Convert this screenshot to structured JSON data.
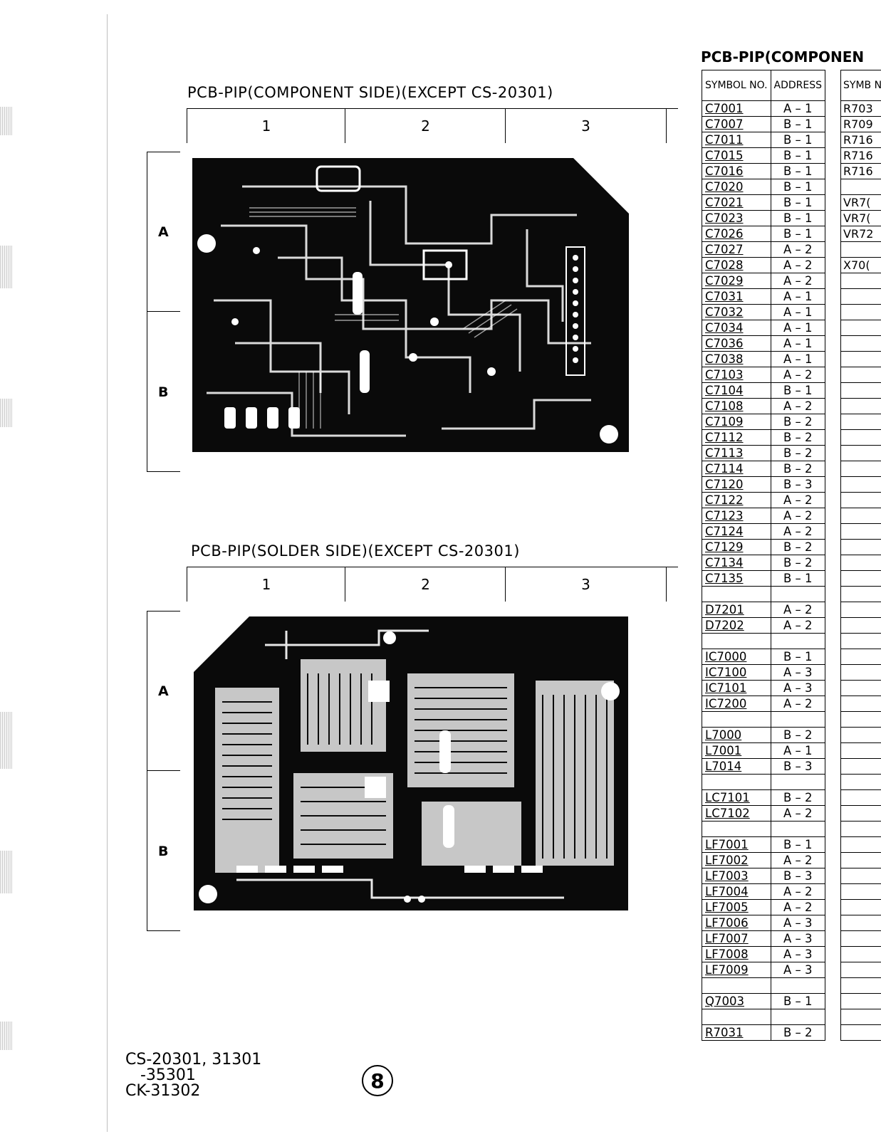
{
  "boards": [
    {
      "title": "PCB-PIP(COMPONENT SIDE)(EXCEPT CS-20301)",
      "columns": [
        "1",
        "2",
        "3"
      ],
      "rows": [
        "A",
        "B"
      ]
    },
    {
      "title": "PCB-PIP(SOLDER SIDE)(EXCEPT CS-20301)",
      "columns": [
        "1",
        "2",
        "3"
      ],
      "rows": [
        "A",
        "B"
      ]
    }
  ],
  "table": {
    "title": "PCB-PIP(COMPONEN",
    "header_symbol": "SYMBOL NO.",
    "header_address": "ADDRESS",
    "rows": [
      {
        "sym": "C7001",
        "addr": "A – 1"
      },
      {
        "sym": "C7007",
        "addr": "B – 1"
      },
      {
        "sym": "C7011",
        "addr": "B – 1"
      },
      {
        "sym": "C7015",
        "addr": "B – 1"
      },
      {
        "sym": "C7016",
        "addr": "B – 1"
      },
      {
        "sym": "C7020",
        "addr": "B – 1"
      },
      {
        "sym": "C7021",
        "addr": "B – 1"
      },
      {
        "sym": "C7023",
        "addr": "B – 1"
      },
      {
        "sym": "C7026",
        "addr": "B – 1"
      },
      {
        "sym": "C7027",
        "addr": "A – 2"
      },
      {
        "sym": "C7028",
        "addr": "A – 2"
      },
      {
        "sym": "C7029",
        "addr": "A – 2"
      },
      {
        "sym": "C7031",
        "addr": "A – 1"
      },
      {
        "sym": "C7032",
        "addr": "A – 1"
      },
      {
        "sym": "C7034",
        "addr": "A – 1"
      },
      {
        "sym": "C7036",
        "addr": "A – 1"
      },
      {
        "sym": "C7038",
        "addr": "A – 1"
      },
      {
        "sym": "C7103",
        "addr": "A – 2"
      },
      {
        "sym": "C7104",
        "addr": "B – 1"
      },
      {
        "sym": "C7108",
        "addr": "A – 2"
      },
      {
        "sym": "C7109",
        "addr": "B – 2"
      },
      {
        "sym": "C7112",
        "addr": "B – 2"
      },
      {
        "sym": "C7113",
        "addr": "B – 2"
      },
      {
        "sym": "C7114",
        "addr": "B – 2"
      },
      {
        "sym": "C7120",
        "addr": "B – 3"
      },
      {
        "sym": "C7122",
        "addr": "A – 2"
      },
      {
        "sym": "C7123",
        "addr": "A – 2"
      },
      {
        "sym": "C7124",
        "addr": "A – 2"
      },
      {
        "sym": "C7129",
        "addr": "B – 2"
      },
      {
        "sym": "C7134",
        "addr": "B – 2"
      },
      {
        "sym": "C7135",
        "addr": "B – 1"
      },
      {
        "sym": "",
        "addr": ""
      },
      {
        "sym": "D7201",
        "addr": "A – 2"
      },
      {
        "sym": "D7202",
        "addr": "A – 2"
      },
      {
        "sym": "",
        "addr": ""
      },
      {
        "sym": "IC7000",
        "addr": "B – 1"
      },
      {
        "sym": "IC7100",
        "addr": "A – 3"
      },
      {
        "sym": "IC7101",
        "addr": "A – 3"
      },
      {
        "sym": "IC7200",
        "addr": "A – 2"
      },
      {
        "sym": "",
        "addr": ""
      },
      {
        "sym": "L7000",
        "addr": "B – 2"
      },
      {
        "sym": "L7001",
        "addr": "A – 1"
      },
      {
        "sym": "L7014",
        "addr": "B – 3"
      },
      {
        "sym": "",
        "addr": ""
      },
      {
        "sym": "LC7101",
        "addr": "B – 2"
      },
      {
        "sym": "LC7102",
        "addr": "A – 2"
      },
      {
        "sym": "",
        "addr": ""
      },
      {
        "sym": "LF7001",
        "addr": "B – 1"
      },
      {
        "sym": "LF7002",
        "addr": "A – 2"
      },
      {
        "sym": "LF7003",
        "addr": "B – 3"
      },
      {
        "sym": "LF7004",
        "addr": "A – 2"
      },
      {
        "sym": "LF7005",
        "addr": "A – 2"
      },
      {
        "sym": "LF7006",
        "addr": "A – 3"
      },
      {
        "sym": "LF7007",
        "addr": "A – 3"
      },
      {
        "sym": "LF7008",
        "addr": "A – 3"
      },
      {
        "sym": "LF7009",
        "addr": "A – 3"
      },
      {
        "sym": "",
        "addr": ""
      },
      {
        "sym": "Q7003",
        "addr": "B – 1"
      },
      {
        "sym": "",
        "addr": ""
      },
      {
        "sym": "R7031",
        "addr": "B – 2"
      }
    ]
  },
  "table2": {
    "header": "SYMB NO",
    "rows": [
      "R703",
      "R709",
      "R716",
      "R716",
      "R716",
      "",
      "VR7(",
      "VR7(",
      "VR72",
      "",
      "X70("
    ]
  },
  "footer": {
    "models": "CS-20301, 31301\n   -35301\nCK-31302",
    "page_number": "8"
  }
}
